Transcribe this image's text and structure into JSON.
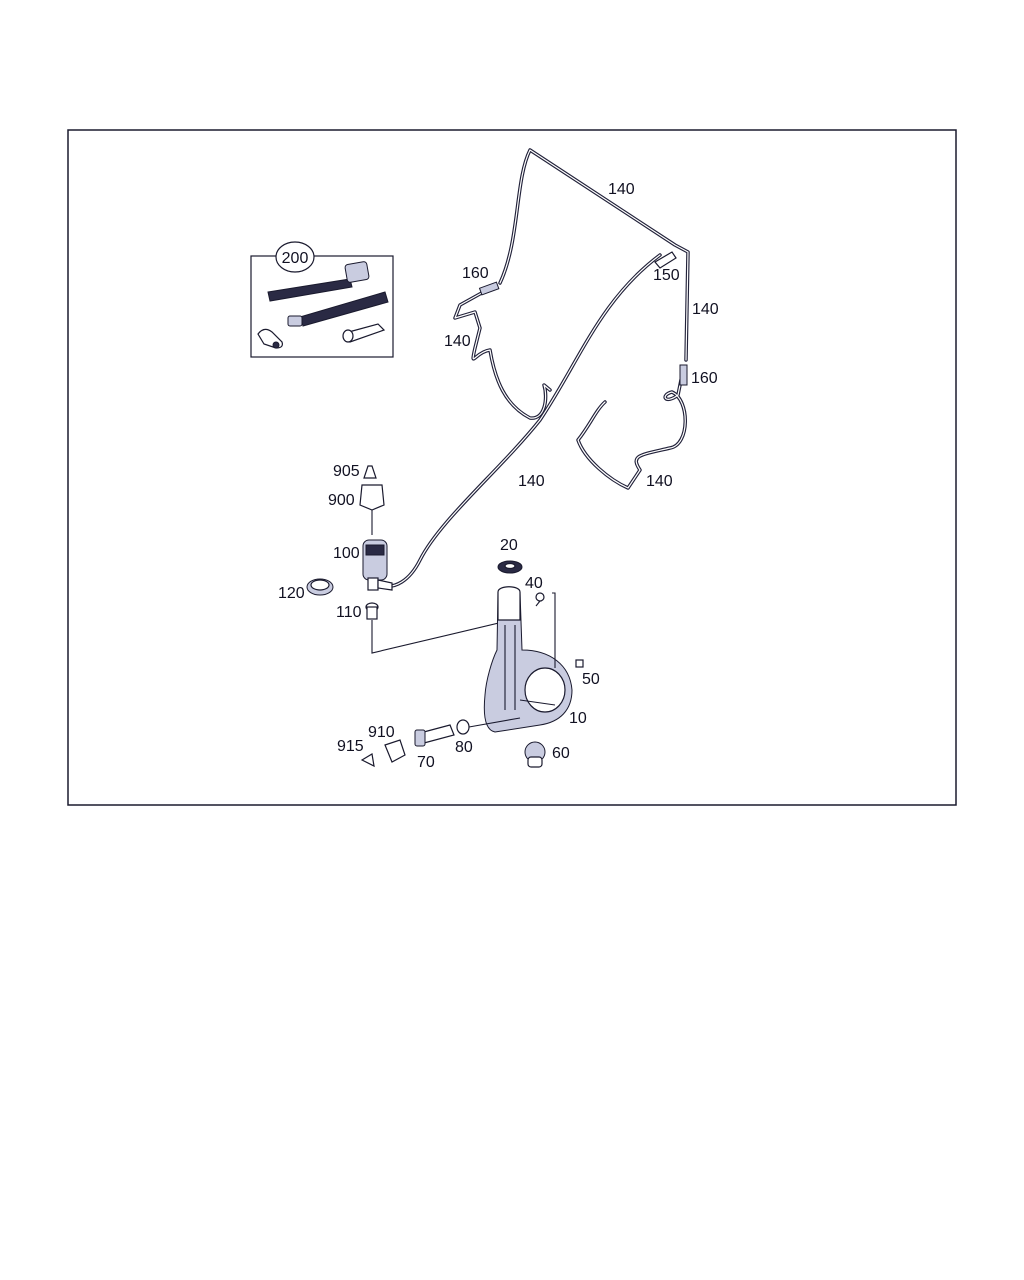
{
  "diagram": {
    "labels": {
      "l10": "10",
      "l20": "20",
      "l40": "40",
      "l50": "50",
      "l60": "60",
      "l70": "70",
      "l80": "80",
      "l100": "100",
      "l110": "110",
      "l120": "120",
      "l140a": "140",
      "l140b": "140",
      "l140c": "140",
      "l140d": "140",
      "l140e": "140",
      "l150": "150",
      "l160a": "160",
      "l160b": "160",
      "l200": "200",
      "l900": "900",
      "l905": "905",
      "l910": "910",
      "l915": "915"
    },
    "colors": {
      "line": "#1a1a2e",
      "shade": "#c9cce0"
    }
  }
}
